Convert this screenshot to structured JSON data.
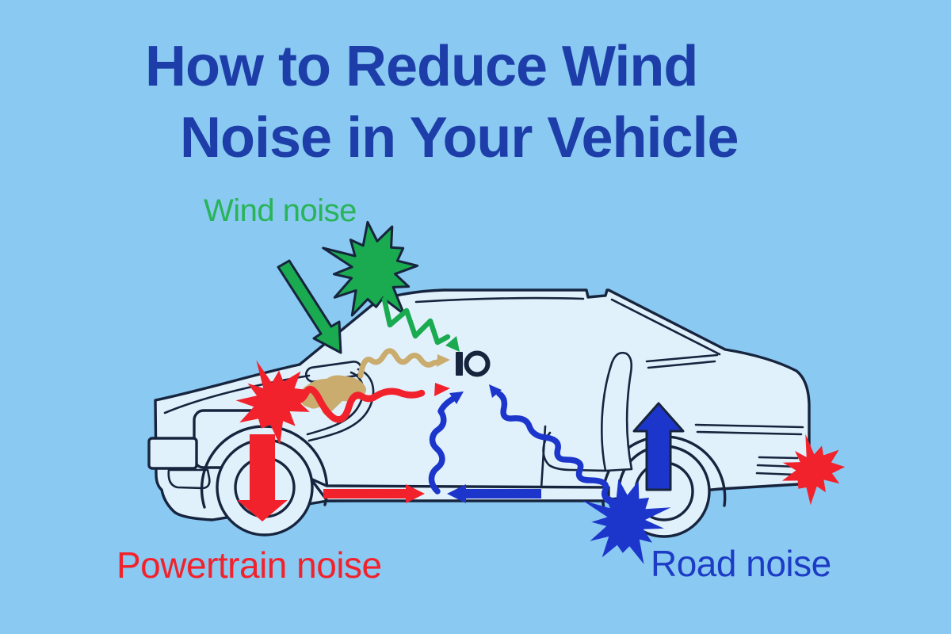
{
  "title": {
    "line1": "How to Reduce Wind",
    "line2": "Noise in Your Vehicle"
  },
  "annotations": {
    "wind": {
      "label": "Wind noise"
    },
    "powertrain": {
      "label": "Powertrain noise"
    },
    "road": {
      "label": "Road noise"
    }
  },
  "icons": {
    "wind_burst": "green-starburst",
    "powertrain_burst": "red-starburst",
    "road_burst": "blue-starburst",
    "rear_burst": "red-starburst",
    "wind_arrow": "thick-arrow-down-right",
    "powertrain_arrow": "thick-arrow-down",
    "road_arrow": "thick-arrow-up",
    "listener": "ear-circle"
  },
  "colors": {
    "background": "#8ac9f2",
    "title_text": "#1d3ea8",
    "car_fill": "#e1f1fc",
    "outline": "#17243d",
    "green": "#1aaa50",
    "green_text": "#28b457",
    "red": "#f1222b",
    "blue": "#1c36cc",
    "blue_text": "#1d3cc5",
    "tan": "#c9ac6e"
  }
}
